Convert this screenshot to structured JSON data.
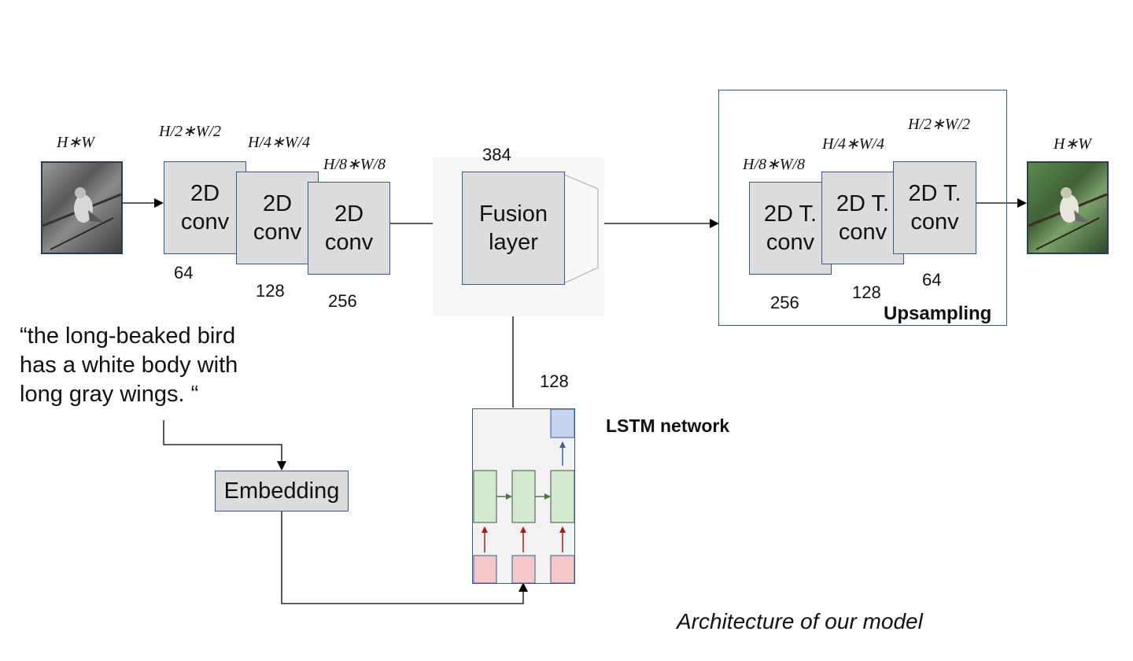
{
  "input": {
    "dim": "H∗W",
    "image_alt": "grayscale bird image"
  },
  "encoder": [
    {
      "label": "2D\nconv",
      "dim": "H/2∗W/2",
      "channels": "64"
    },
    {
      "label": "2D\nconv",
      "dim": "H/4∗W/4",
      "channels": "128"
    },
    {
      "label": "2D\nconv",
      "dim": "H/8∗W/8",
      "channels": "256"
    }
  ],
  "fusion": {
    "label": "Fusion\nlayer",
    "channels": "384"
  },
  "decoder": {
    "title": "Upsampling",
    "blocks": [
      {
        "label": "2D T.\nconv",
        "dim": "H/8∗W/8",
        "channels": "256"
      },
      {
        "label": "2D T.\nconv",
        "dim": "H/4∗W/4",
        "channels": "128"
      },
      {
        "label": "2D T.\nconv",
        "dim": "H/2∗W/2",
        "channels": "64"
      }
    ]
  },
  "output": {
    "dim": "H∗W",
    "image_alt": "colorized bird image"
  },
  "text_input": "“the long-beaked bird\nhas a white body with\nlong gray wings. “",
  "embedding": {
    "label": "Embedding"
  },
  "lstm": {
    "label": "LSTM network",
    "channels": "128"
  },
  "caption": "Architecture of our model",
  "colors": {
    "box_fill": "#dcdcdc",
    "box_border": "#3a5a8c",
    "lstm_green": "#d5e8d0",
    "lstm_pink": "#f4c8c8",
    "lstm_blue": "#c6d4f0"
  }
}
